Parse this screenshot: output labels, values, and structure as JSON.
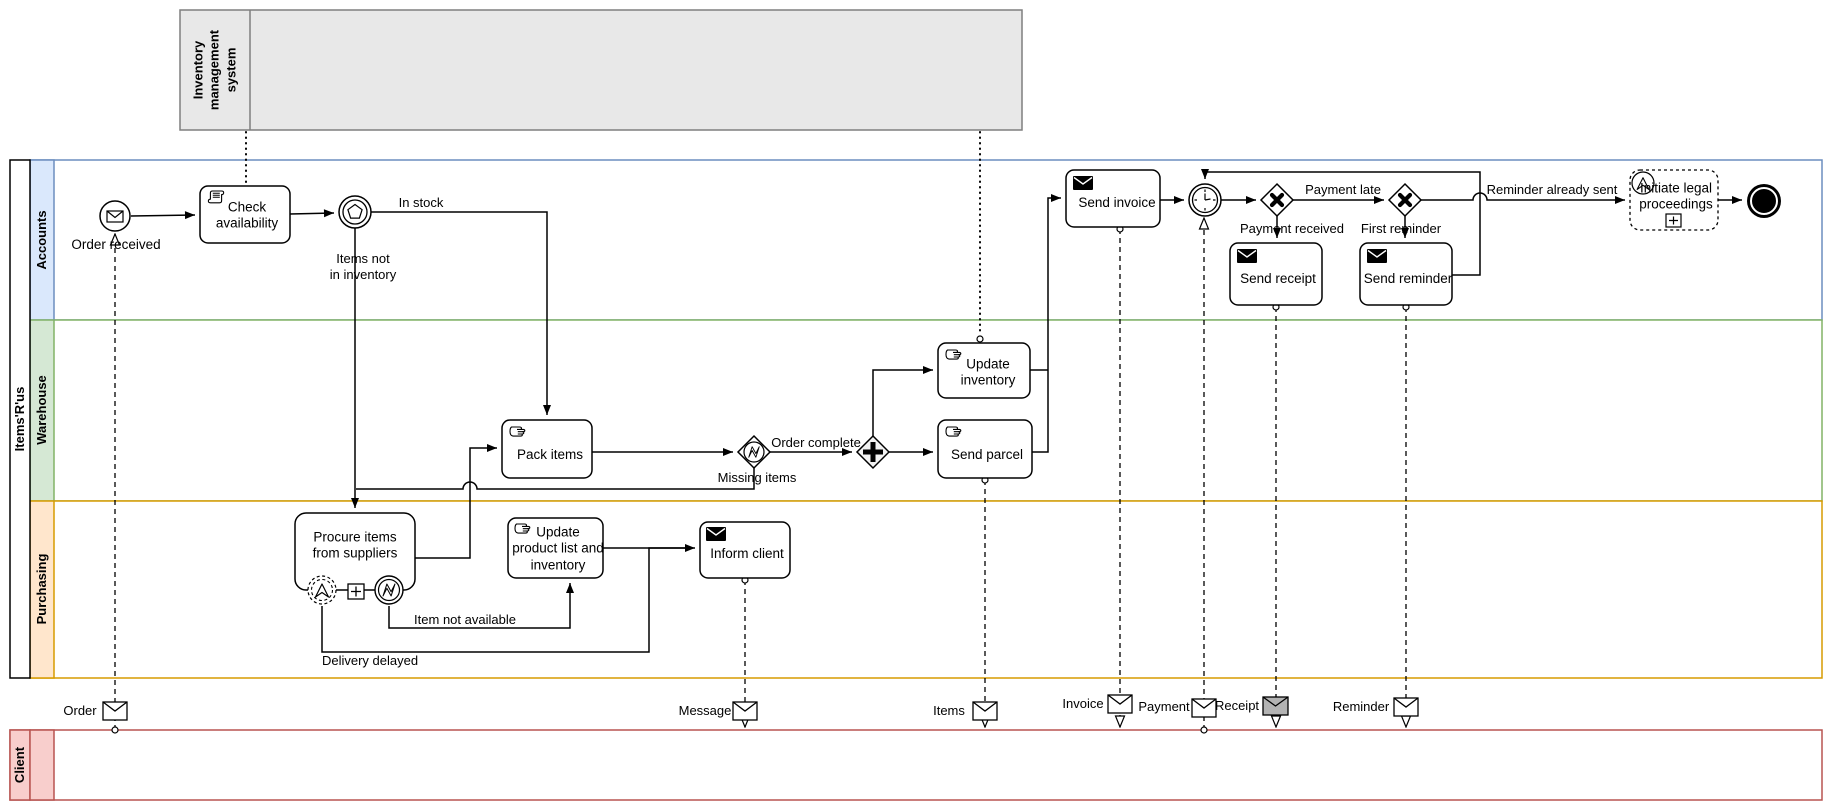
{
  "pools": {
    "inventory_system": {
      "label": "Inventory\nmanagement\nsystem"
    },
    "items_r_us": {
      "label": "Items'R'us",
      "lanes": {
        "accounts": "Accounts",
        "warehouse": "Warehouse",
        "purchasing": "Purchasing"
      }
    },
    "client": {
      "label": "Client"
    }
  },
  "nodes": {
    "order_received": "Order received",
    "check_availability": "Check\navailability",
    "pack_items": "Pack items",
    "update_inventory": "Update\ninventory",
    "send_parcel": "Send parcel",
    "send_invoice": "Send invoice",
    "send_receipt": "Send receipt",
    "send_reminder": "Send reminder",
    "initiate_legal_proceedings": "Initiate legal\nproceedings",
    "procure_items": "Procure items\nfrom suppliers",
    "update_product_list": "Update\nproduct list and\ninventory",
    "inform_client": "Inform client"
  },
  "flow_labels": {
    "in_stock": "In stock",
    "items_not_in_inventory": "Items not\nin inventory",
    "missing_items": "Missing items",
    "order_complete": "Order complete",
    "payment_late": "Payment late",
    "payment_received": "Payment received",
    "first_reminder": "First reminder",
    "reminder_already_sent": "Reminder already sent",
    "item_not_available": "Item not available",
    "delivery_delayed": "Delivery delayed"
  },
  "messages": {
    "order": "Order",
    "message": "Message",
    "items": "Items",
    "invoice": "Invoice",
    "payment": "Payment",
    "receipt": "Receipt",
    "reminder": "Reminder"
  },
  "colors": {
    "accounts_fill": "#dae8fc",
    "accounts_stroke": "#6c8ebf",
    "warehouse_fill": "#d5e8d4",
    "warehouse_stroke": "#82b366",
    "purchasing_fill": "#ffe6cc",
    "purchasing_stroke": "#d79b00",
    "client_fill": "#f8cecc",
    "client_stroke": "#b85450",
    "system_pool_fill": "#e8e8e8",
    "system_pool_stroke": "#7f7f7f",
    "receipt_envelope_fill": "#b3b3b3"
  }
}
